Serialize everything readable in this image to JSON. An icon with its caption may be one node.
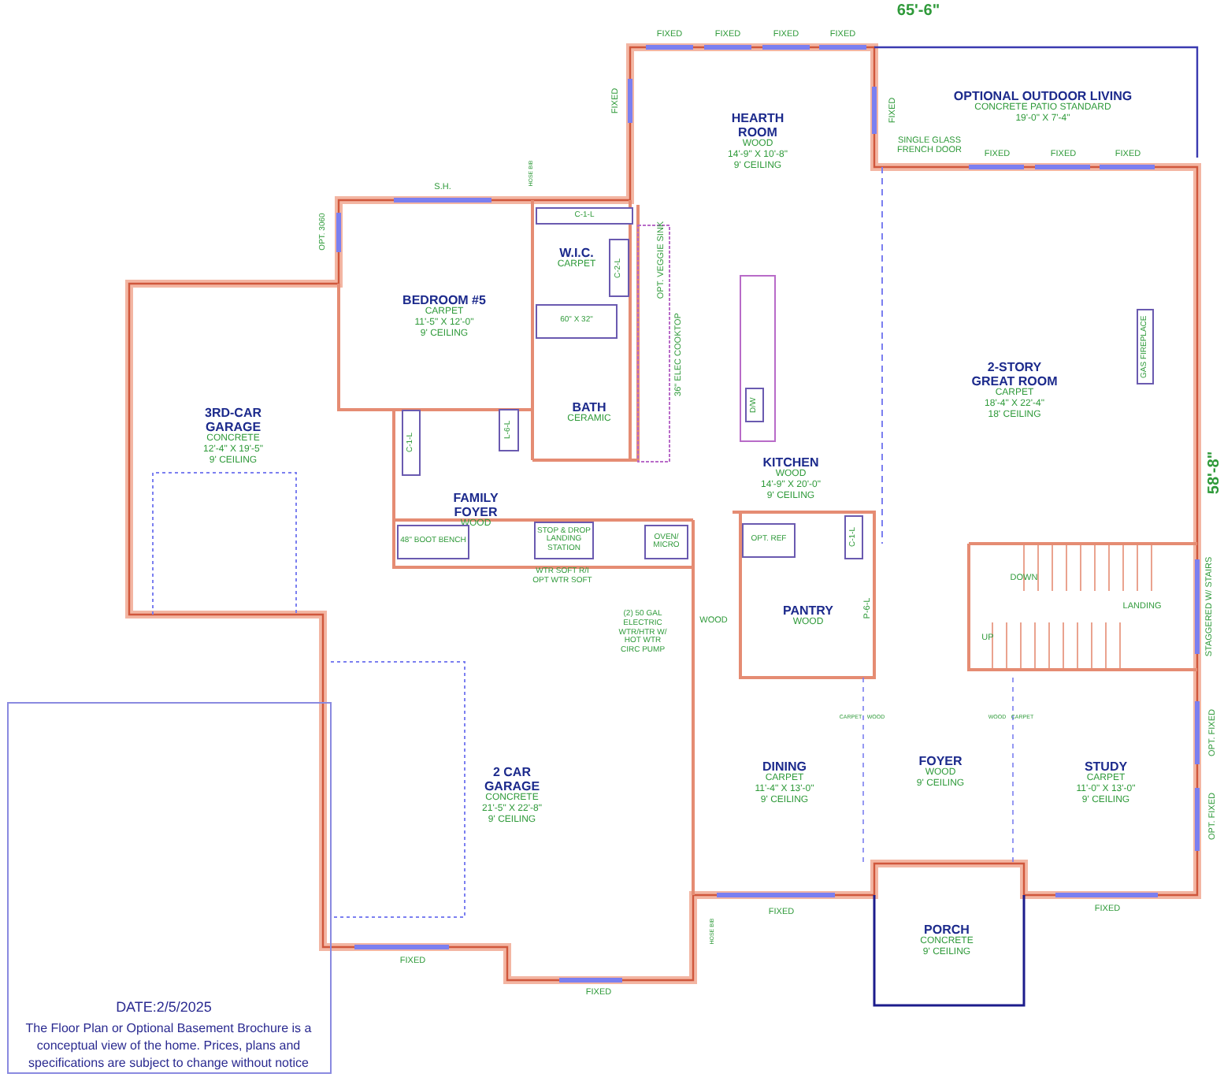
{
  "diagram": {
    "nodes": [
      {
        "text": [
          "HEARTH ROOM",
          "WOOD",
          "14'-9\" X 10'-8\"",
          "9' CEILING"
        ]
      },
      {
        "text": [
          "OPTIONAL OUTDOOR LIVING",
          "CONCRETE PATIO STANDARD",
          "19'-0\" X 7'-4\""
        ]
      },
      {
        "text": [
          "C-1-L"
        ]
      },
      {
        "text": [
          "W.I.C.",
          "CARPET"
        ]
      },
      {
        "text": [
          "C-2-L"
        ]
      },
      {
        "text": [
          "BEDROOM #5",
          "CARPET",
          "11'-5\" X 12'-0\"",
          "9' CEILING"
        ]
      },
      {
        "text": [
          "60\" X 32\""
        ]
      },
      {
        "text": [
          "2-STORY GREAT ROOM",
          "CARPET",
          "18'-4\" X 22'-4\"",
          "18' CEILING"
        ]
      },
      {
        "text": [
          "GAS FIREPLACE"
        ]
      },
      {
        "text": [
          "D/W"
        ]
      },
      {
        "text": [
          "BATH",
          "CERAMIC"
        ]
      },
      {
        "text": [
          "C-1-L"
        ]
      },
      {
        "text": [
          "L-6-L"
        ]
      },
      {
        "text": [
          "3RD-CAR GARAGE",
          "CONCRETE",
          "12'-4\" X 19'-5\"",
          "9' CEILING"
        ]
      },
      {
        "text": [
          "KITCHEN",
          "WOOD",
          "14'-9\" X 20'-0\"",
          "9' CEILING"
        ]
      },
      {
        "text": [
          "FAMILY FOYER",
          "WOOD"
        ]
      },
      {
        "text": [
          "OPT. REF"
        ]
      },
      {
        "text": [
          "C-1-L"
        ]
      },
      {
        "text": [
          "48\" BOOT BENCH"
        ]
      },
      {
        "text": [
          "STOP & DROP LANDING STATION"
        ]
      },
      {
        "text": [
          "OVEN/ MICRO"
        ]
      },
      {
        "text": [
          "PANTRY",
          "WOOD"
        ]
      },
      {
        "text": [
          "2 CAR GARAGE",
          "CONCRETE",
          "21'-5\" X 22'-8\"",
          "9' CEILING"
        ]
      },
      {
        "text": [
          "DINING",
          "CARPET",
          "11'-4\" X 13'-0\"",
          "9' CEILING"
        ]
      },
      {
        "text": [
          "FOYER",
          "WOOD",
          "9' CEILING"
        ]
      },
      {
        "text": [
          "STUDY",
          "CARPET",
          "11'-0\" X 13'-0\"",
          "9' CEILING"
        ]
      },
      {
        "text": [
          "PORCH",
          "CONCRETE",
          "9' CEILING"
        ]
      }
    ],
    "labels": [
      "65'-6\"",
      "58'-8\"",
      "FIXED",
      "FIXED",
      "FIXED",
      "FIXED",
      "FIXED",
      "FIXED",
      "SINGLE GLASS FRENCH DOOR",
      "FIXED",
      "FIXED",
      "FIXED",
      "S.H.",
      "HOSE BIB",
      "OPT. 3060",
      "OPT. VEGGIE SINK",
      "36\" ELEC COOKTOP",
      "WTR SOFT R/I OPT WTR SOFT",
      "(2) 50 GAL ELECTRIC WTR/HTR W/ HOT WTR CIRC PUMP",
      "WOOD",
      "DOWN",
      "UP",
      "LANDING",
      "STAGGERED W/ STAIRS",
      "CARPET",
      "WOOD",
      "WOOD",
      "CARPET",
      "OPT. FIXED",
      "OPT. FIXED",
      "FIXED",
      "HOSE BIB",
      "FIXED",
      "FIXED",
      "FIXED",
      "DATE:2/5/2025",
      "The Floor Plan or Optional Basement Brochure is a conceptual view of the home.  Prices, plans and specifications are subject to change without notice",
      "P-6-L"
    ]
  }
}
